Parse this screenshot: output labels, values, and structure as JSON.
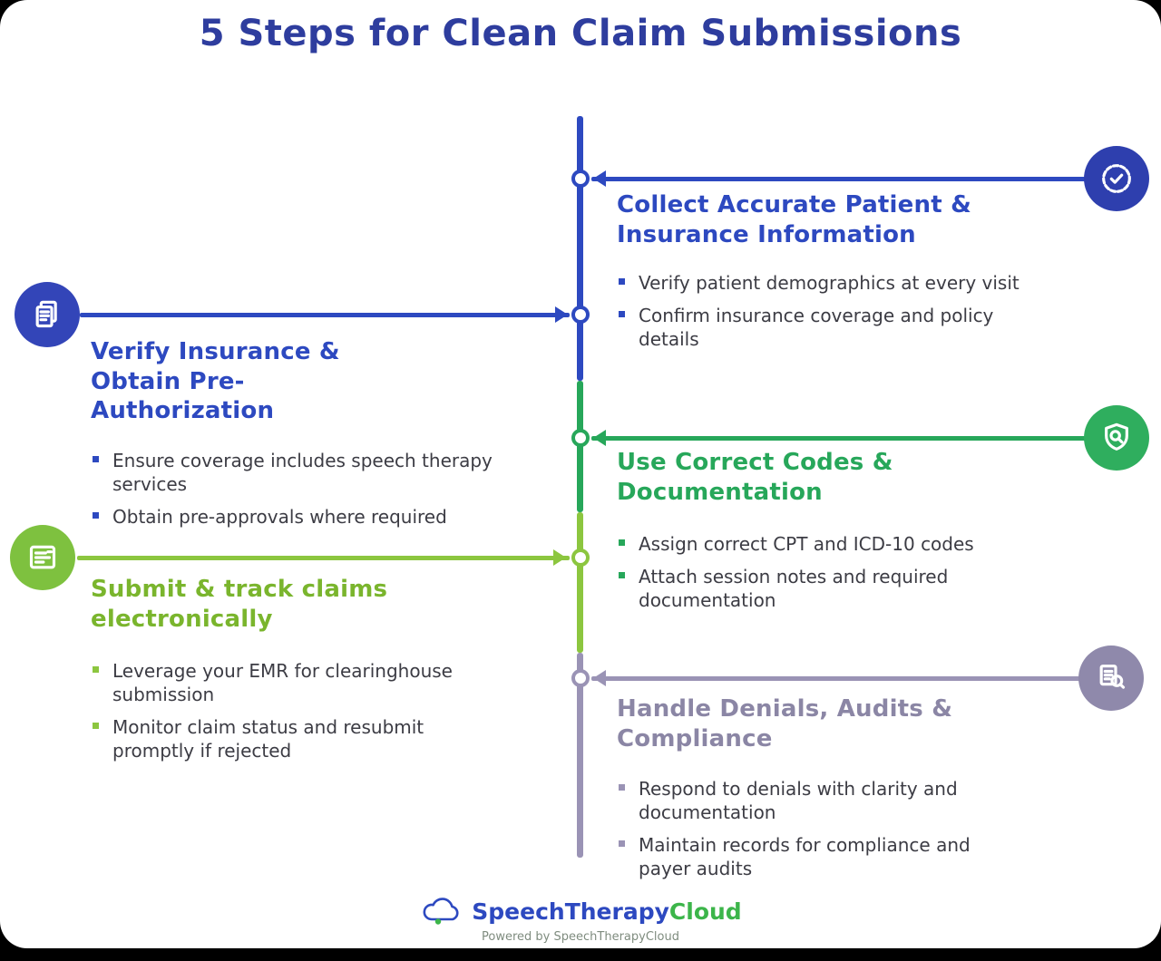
{
  "page": {
    "title": "5 Steps for Clean Claim Submissions"
  },
  "colors": {
    "title_blue": "#2e3d9e",
    "step_blue": "#2d49c0",
    "step_green": "#27a75a",
    "step_lime": "#8cc63f",
    "step_gray": "#9a93b5",
    "bullet_text": "#3c3c44",
    "brand_blue": "#2d49c0",
    "brand_green": "#3cb54a"
  },
  "steps": [
    {
      "id": 1,
      "side": "right",
      "icon": "badge-check-icon",
      "title": "Collect Accurate Patient & Insurance Information",
      "bullets": [
        "Verify patient demographics at every visit",
        "Confirm insurance coverage and policy details"
      ]
    },
    {
      "id": 2,
      "side": "left",
      "icon": "documents-icon",
      "title": "Verify Insurance & Obtain Pre-Authorization",
      "bullets": [
        "Ensure coverage includes speech therapy services",
        "Obtain pre-approvals where required"
      ]
    },
    {
      "id": 3,
      "side": "right",
      "icon": "shield-search-icon",
      "title": "Use Correct Codes & Documentation",
      "bullets": [
        "Assign correct CPT and ICD-10 codes",
        "Attach session notes and required documentation"
      ]
    },
    {
      "id": 4,
      "side": "left",
      "icon": "claim-card-icon",
      "title": "Submit & track claims electronically",
      "bullets": [
        "Leverage your EMR for clearinghouse submission",
        "Monitor claim status and resubmit promptly if rejected"
      ]
    },
    {
      "id": 5,
      "side": "right",
      "icon": "audit-search-icon",
      "title": "Handle Denials, Audits & Compliance",
      "bullets": [
        "Respond to denials with clarity and documentation",
        "Maintain records for compliance and payer audits"
      ]
    }
  ],
  "footer": {
    "brand_primary": "SpeechTherapy",
    "brand_secondary": "Cloud",
    "tagline": "Powered by SpeechTherapyCloud"
  }
}
